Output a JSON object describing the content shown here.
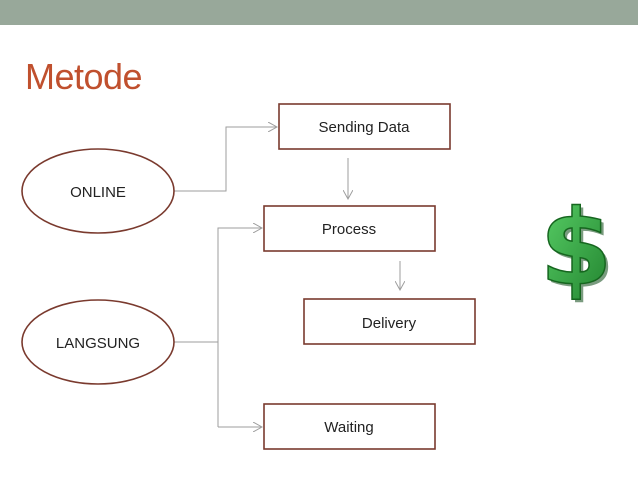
{
  "slide": {
    "title": "Metode",
    "colors": {
      "top_bar": "#98a89a",
      "title": "#c0502e",
      "shape_border": "#7a3a2e",
      "connector": "#9e9e9e",
      "dollar_green": "#2e9a3a"
    }
  },
  "diagram": {
    "nodes": {
      "online": "ONLINE",
      "langsung": "LANGSUNG",
      "sending_data": "Sending Data",
      "process": "Process",
      "delivery": "Delivery",
      "waiting": "Waiting"
    },
    "edges": [
      {
        "from": "online",
        "to": "sending_data"
      },
      {
        "from": "sending_data",
        "to": "process"
      },
      {
        "from": "process",
        "to": "delivery"
      },
      {
        "from": "langsung",
        "to": "process"
      },
      {
        "from": "langsung",
        "to": "waiting"
      }
    ]
  },
  "decoration": {
    "icon": "dollar-sign-icon"
  }
}
